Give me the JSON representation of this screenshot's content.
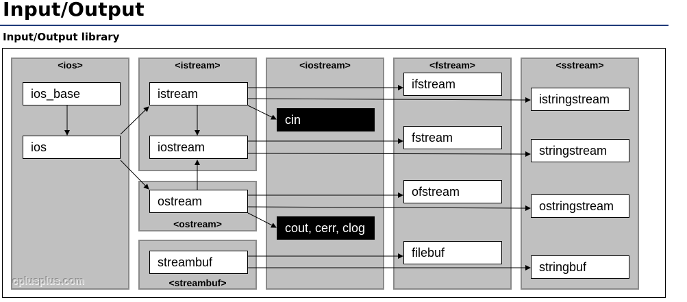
{
  "page_title": "Input/Output",
  "section_title": "Input/Output library",
  "panels": {
    "ios": "<ios>",
    "istream": "<istream>",
    "ostream": "<ostream>",
    "streambuf": "<streambuf>",
    "iostream": "<iostream>",
    "fstream": "<fstream>",
    "sstream": "<sstream>"
  },
  "classes": {
    "ios_base": "ios_base",
    "ios": "ios",
    "istream": "istream",
    "iostream": "iostream",
    "ostream": "ostream",
    "streambuf": "streambuf",
    "cin": "cin",
    "cout": "cout, cerr, clog",
    "ifstream": "ifstream",
    "fstream": "fstream",
    "ofstream": "ofstream",
    "filebuf": "filebuf",
    "istringstream": "istringstream",
    "stringstream": "stringstream",
    "ostringstream": "ostringstream",
    "stringbuf": "stringbuf"
  },
  "watermark": "cplusplus.com"
}
